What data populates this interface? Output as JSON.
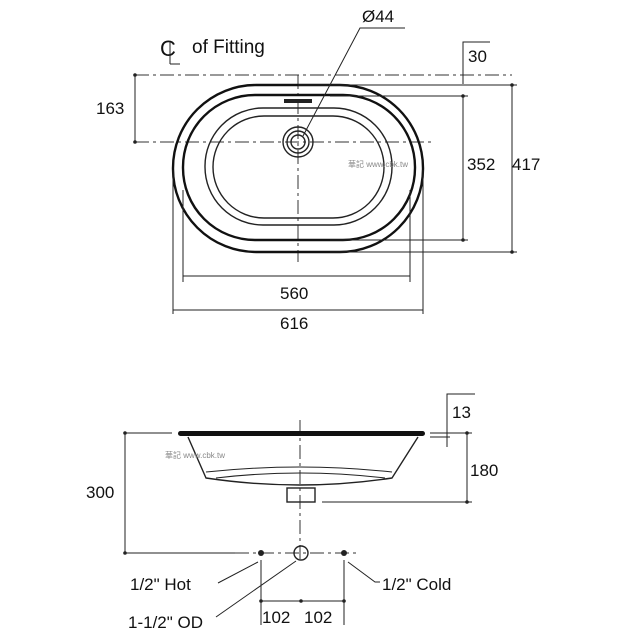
{
  "top_view": {
    "centerline_label": "of Fitting",
    "centerline_symbol": "CL",
    "drain_diameter": "Ø44",
    "dim_offset": "163",
    "dim_rim": "30",
    "dim_inner_depth": "352",
    "dim_outer_depth": "417",
    "dim_inner_width": "560",
    "dim_outer_width": "616",
    "watermark": "華記 www.cbk.tw"
  },
  "side_view": {
    "dim_total_height": "300",
    "dim_bowl_height": "180",
    "dim_rim_thickness": "13",
    "label_hot": "1/2\" Hot",
    "label_cold": "1/2\" Cold",
    "label_waste": "1-1/2\" OD",
    "dim_spacing_left": "102",
    "dim_spacing_right": "102",
    "watermark": "華記 www.cbk.tw"
  }
}
